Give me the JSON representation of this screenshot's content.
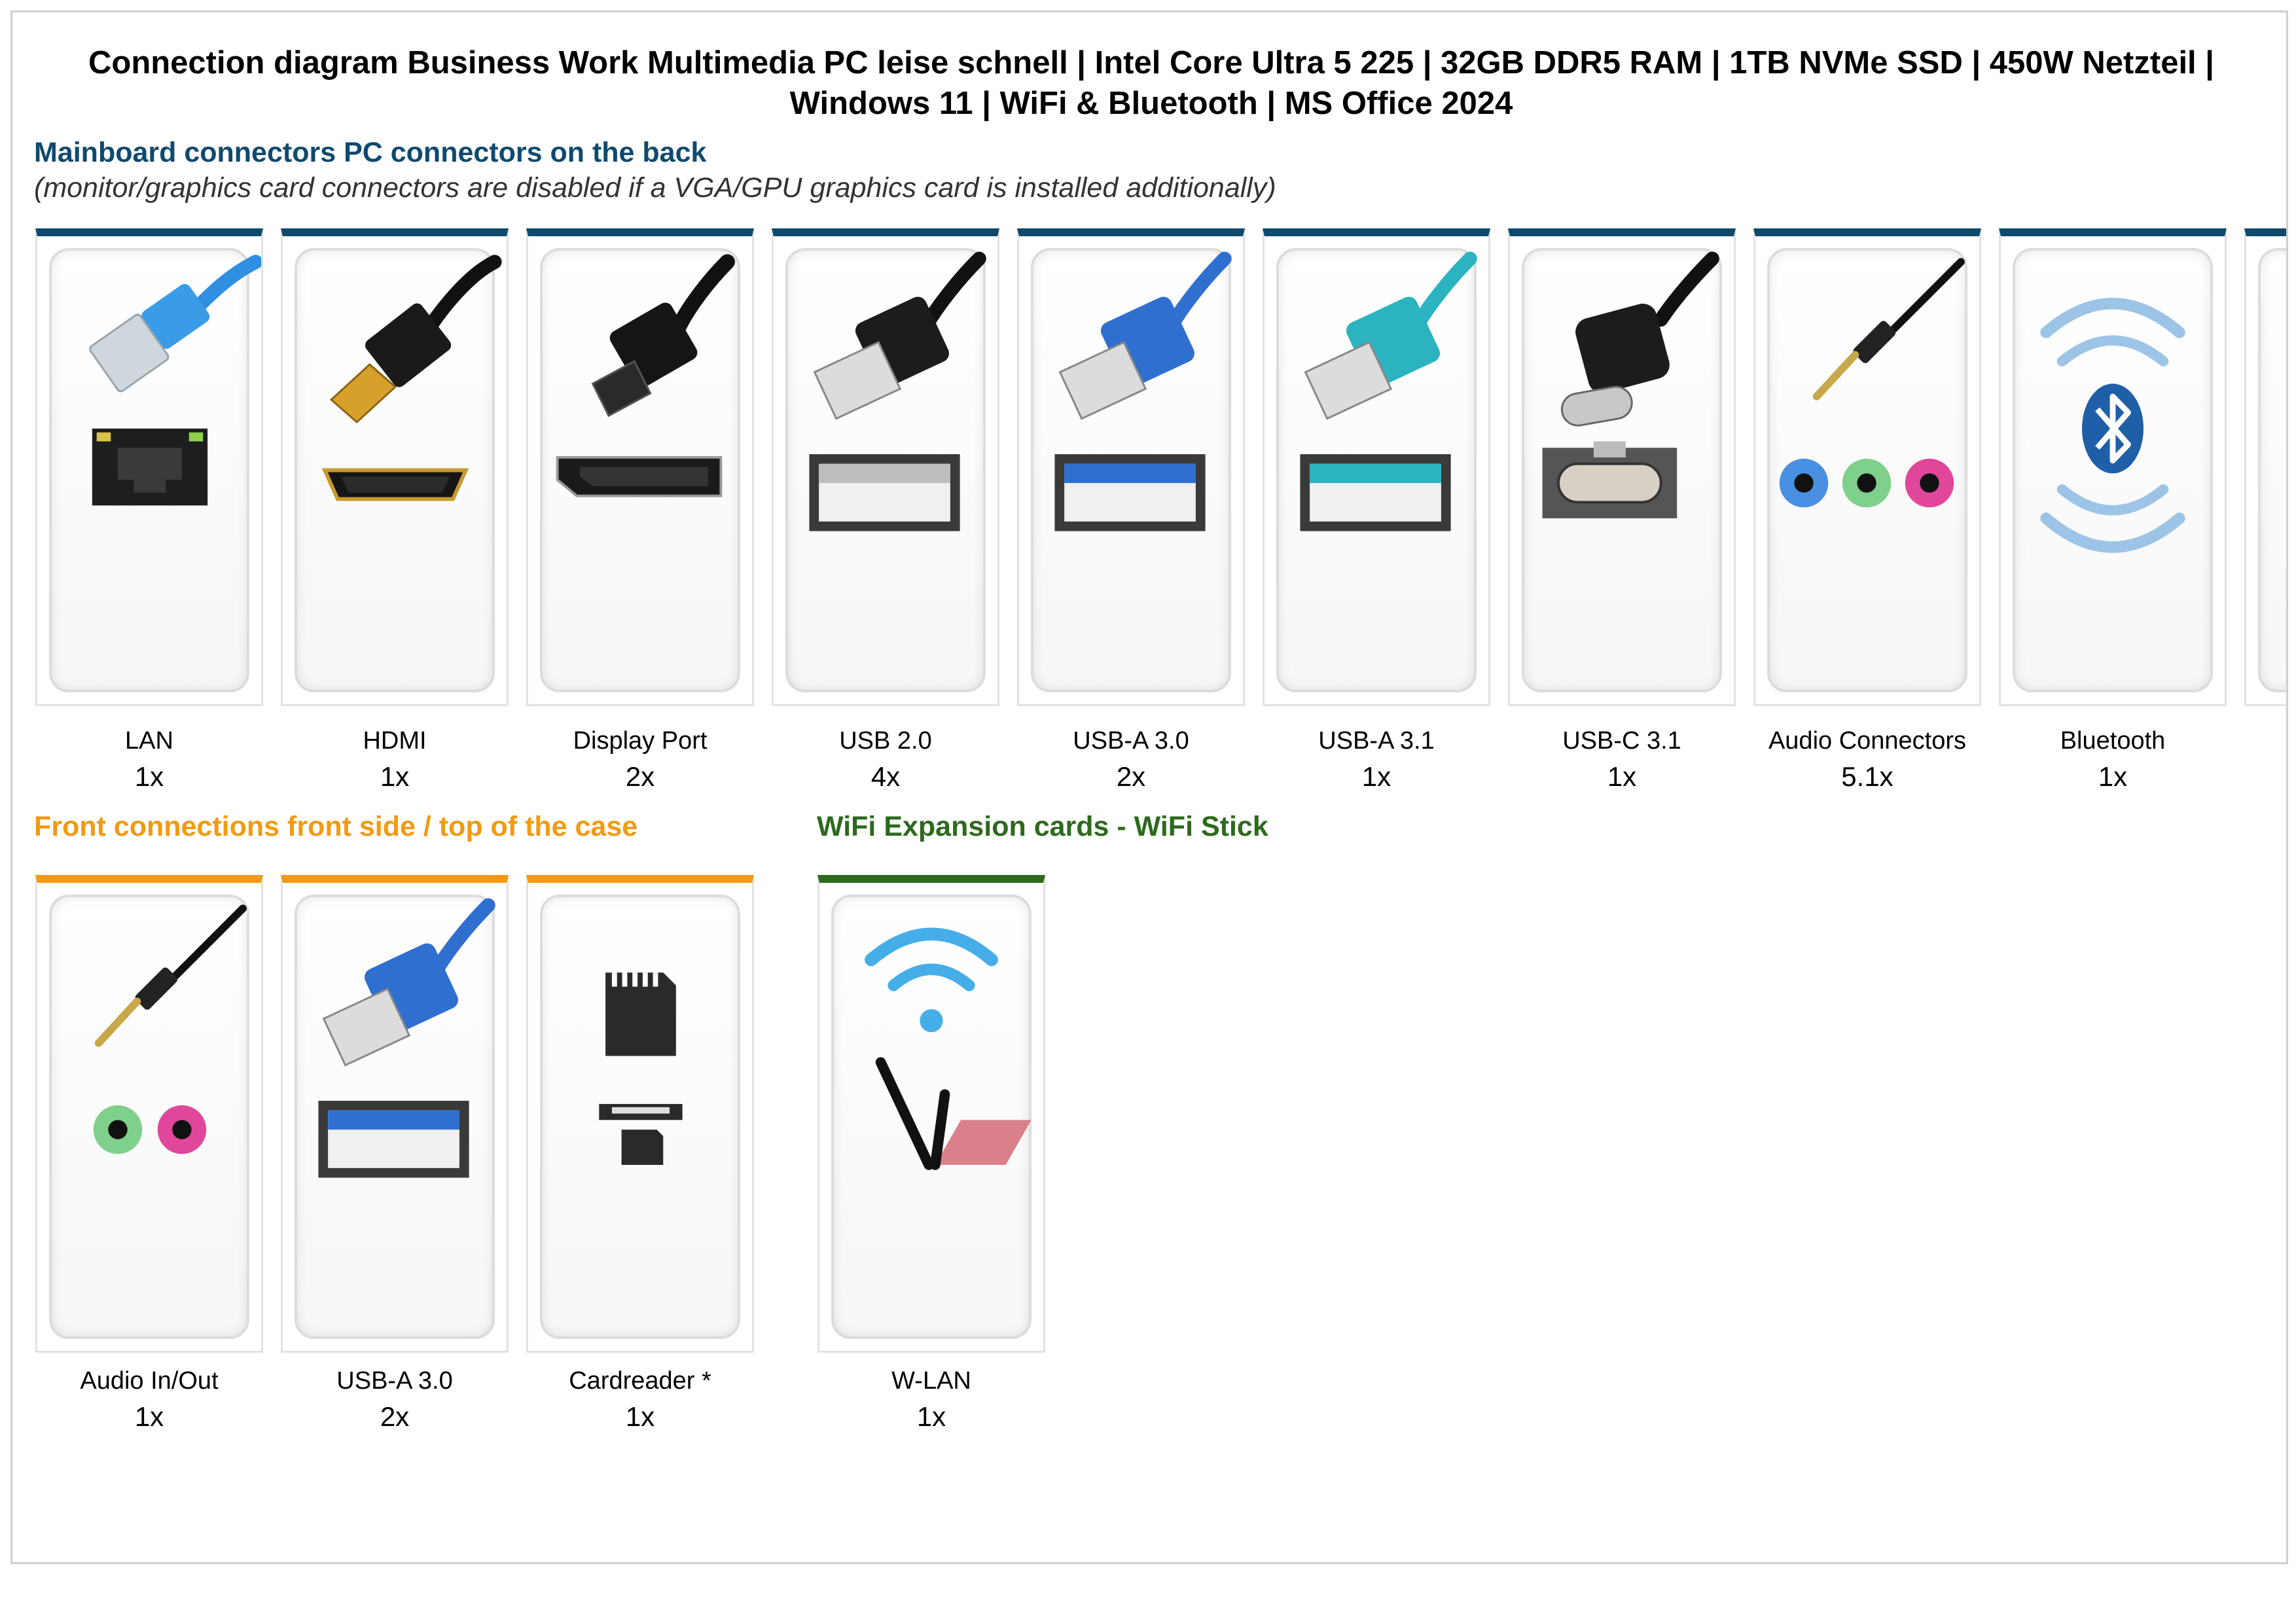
{
  "title_line1": "Connection diagram Business Work Multimedia PC leise schnell | Intel Core Ultra 5 225 | 32GB DDR5 RAM | 1TB NVMe SSD | 450W Netzteil |",
  "title_line2": "Windows 11 | WiFi & Bluetooth | MS Office 2024",
  "back_section": {
    "heading": "Mainboard connectors PC connectors on the back",
    "note": "(monitor/graphics card connectors are disabled if a VGA/GPU graphics card is installed additionally)",
    "items": [
      {
        "label": "LAN",
        "count": "1x",
        "icon": "lan-icon"
      },
      {
        "label": "HDMI",
        "count": "1x",
        "icon": "hdmi-icon"
      },
      {
        "label": "Display Port",
        "count": "2x",
        "icon": "displayport-icon"
      },
      {
        "label": "USB 2.0",
        "count": "4x",
        "icon": "usb-2-icon"
      },
      {
        "label": "USB-A 3.0",
        "count": "2x",
        "icon": "usb-a-3-0-icon"
      },
      {
        "label": "USB-A 3.1",
        "count": "1x",
        "icon": "usb-a-3-1-icon"
      },
      {
        "label": "USB-C 3.1",
        "count": "1x",
        "icon": "usb-c-icon"
      },
      {
        "label": "Audio Connectors",
        "count": "5.1x",
        "icon": "audio-jack-icon"
      },
      {
        "label": "Bluetooth",
        "count": "1x",
        "icon": "bluetooth-icon"
      }
    ]
  },
  "front_section": {
    "heading": "Front connections front side / top of the case",
    "items": [
      {
        "label": "Audio In/Out",
        "count": "1x",
        "icon": "audio-jack-icon"
      },
      {
        "label": "USB-A 3.0",
        "count": "2x",
        "icon": "usb-a-3-0-icon"
      },
      {
        "label": "Cardreader *",
        "count": "1x",
        "icon": "sd-card-icon"
      }
    ]
  },
  "wifi_section": {
    "heading": "WiFi Expansion cards - WiFi Stick",
    "items": [
      {
        "label": "W-LAN",
        "count": "1x",
        "icon": "wifi-antenna-icon"
      }
    ]
  },
  "colors": {
    "back_accent": "#0e4a6e",
    "front_accent": "#f29a12",
    "wifi_accent": "#2d6a1d",
    "usb3_blue": "#2f6fd0",
    "usb31_teal": "#2bb3c0"
  }
}
